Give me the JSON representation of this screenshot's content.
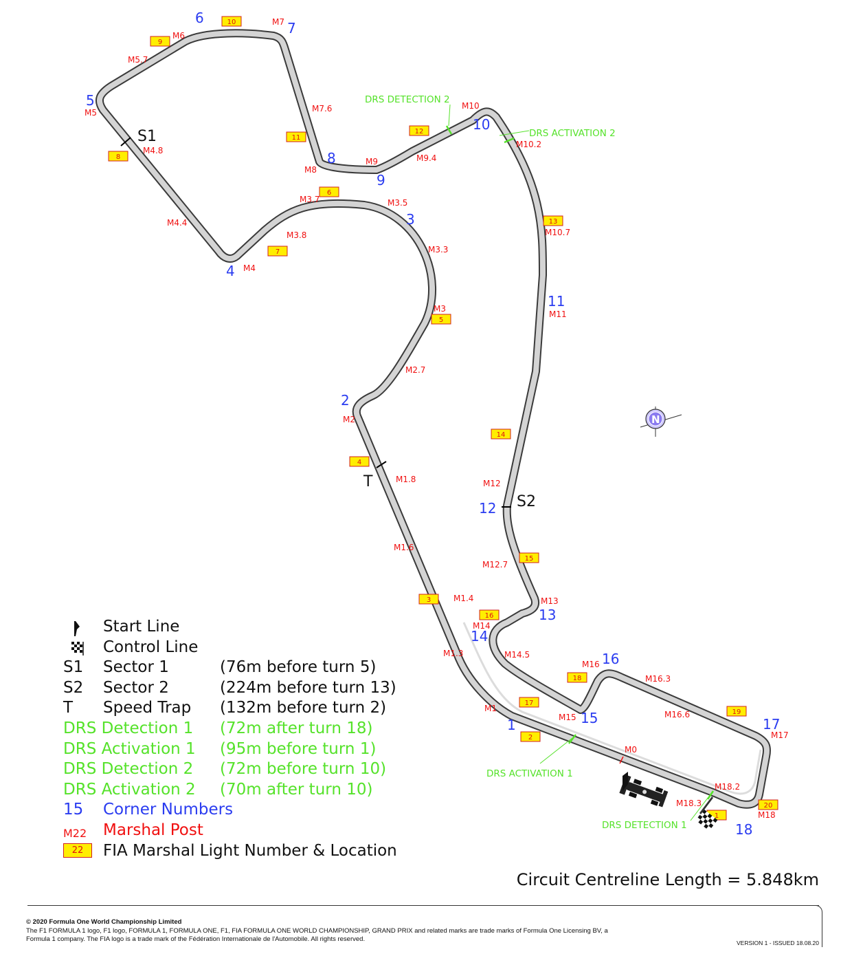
{
  "corners": [
    "1",
    "2",
    "3",
    "4",
    "5",
    "6",
    "7",
    "8",
    "9",
    "10",
    "11",
    "12",
    "13",
    "14",
    "15",
    "16",
    "17",
    "18"
  ],
  "marshal_posts": [
    "M0",
    "M1",
    "M1.3",
    "M1.4",
    "M1.6",
    "M1.8",
    "M2",
    "M2.7",
    "M3",
    "M3.3",
    "M3.5",
    "M3.7",
    "M3.8",
    "M4",
    "M4.4",
    "M4.8",
    "M5",
    "M5.7",
    "M6",
    "M7",
    "M7.6",
    "M8",
    "M9",
    "M9.4",
    "M10",
    "M10.2",
    "M10.7",
    "M11",
    "M12",
    "M12.7",
    "M13",
    "M14",
    "M14.5",
    "M15",
    "M16",
    "M16.3",
    "M16.6",
    "M17",
    "M18",
    "M18.2",
    "M18.3"
  ],
  "marshal_lights": [
    "1",
    "2",
    "3",
    "4",
    "5",
    "6",
    "7",
    "8",
    "9",
    "10",
    "11",
    "12",
    "13",
    "14",
    "15",
    "16",
    "17",
    "18",
    "19",
    "20"
  ],
  "track_markers": {
    "s1": "S1",
    "s2": "S2",
    "t": "T"
  },
  "drs_labels": {
    "detection_1": "DRS DETECTION 1",
    "activation_1": "DRS ACTIVATION 1",
    "detection_2": "DRS DETECTION 2",
    "activation_2": "DRS ACTIVATION 2"
  },
  "legend": [
    {
      "symbol": "",
      "label": "Start Line",
      "detail": "",
      "color": "black",
      "icon": "start-flag-icon"
    },
    {
      "symbol": "",
      "label": "Control Line",
      "detail": "",
      "color": "black",
      "icon": "chequered-flag-icon"
    },
    {
      "symbol": "S1",
      "label": "Sector 1",
      "detail": "(76m before turn 5)",
      "color": "black"
    },
    {
      "symbol": "S2",
      "label": "Sector 2",
      "detail": "(224m before turn 13)",
      "color": "black"
    },
    {
      "symbol": "T",
      "label": "Speed Trap",
      "detail": "(132m before turn 2)",
      "color": "black"
    },
    {
      "symbol": "DRS Detection 1",
      "label": "",
      "detail": "(72m after turn 18)",
      "color": "green"
    },
    {
      "symbol": "DRS Activation 1",
      "label": "",
      "detail": "(95m before turn 1)",
      "color": "green"
    },
    {
      "symbol": "DRS Detection 2",
      "label": "",
      "detail": "(72m before turn 10)",
      "color": "green"
    },
    {
      "symbol": "DRS Activation 2",
      "label": "",
      "detail": "(70m after turn 10)",
      "color": "green"
    },
    {
      "symbol": "15",
      "label": "Corner Numbers",
      "detail": "",
      "color": "blue"
    },
    {
      "symbol": "M22",
      "label": "Marshal Post",
      "detail": "",
      "color": "red"
    },
    {
      "symbol": "22",
      "label": "FIA Marshal Light Number & Location",
      "detail": "",
      "color": "black",
      "icon": "marshal-light-box"
    }
  ],
  "circuit_length": "Circuit Centreline Length = 5.848km",
  "footer": {
    "copyright": "© 2020 Formula One World Championship Limited",
    "line1": "The F1 FORMULA 1 logo, F1 logo, FORMULA 1, FORMULA ONE, F1, FIA FORMULA ONE WORLD CHAMPIONSHIP, GRAND PRIX and related marks are trade marks of Formula One Licensing BV, a",
    "line2": "Formula 1 company. The FIA logo is a trade mark of the Fédération Internationale de l'Automobile. All rights reserved.",
    "version": "VERSION 1 - ISSUED 18.08.20"
  },
  "compass_letter": "N",
  "colors": {
    "corner": "#2a3cf0",
    "marshal": "#f01010",
    "drs": "#55e22a",
    "light_fill": "#ffee00",
    "track": "#d4d4d4"
  }
}
